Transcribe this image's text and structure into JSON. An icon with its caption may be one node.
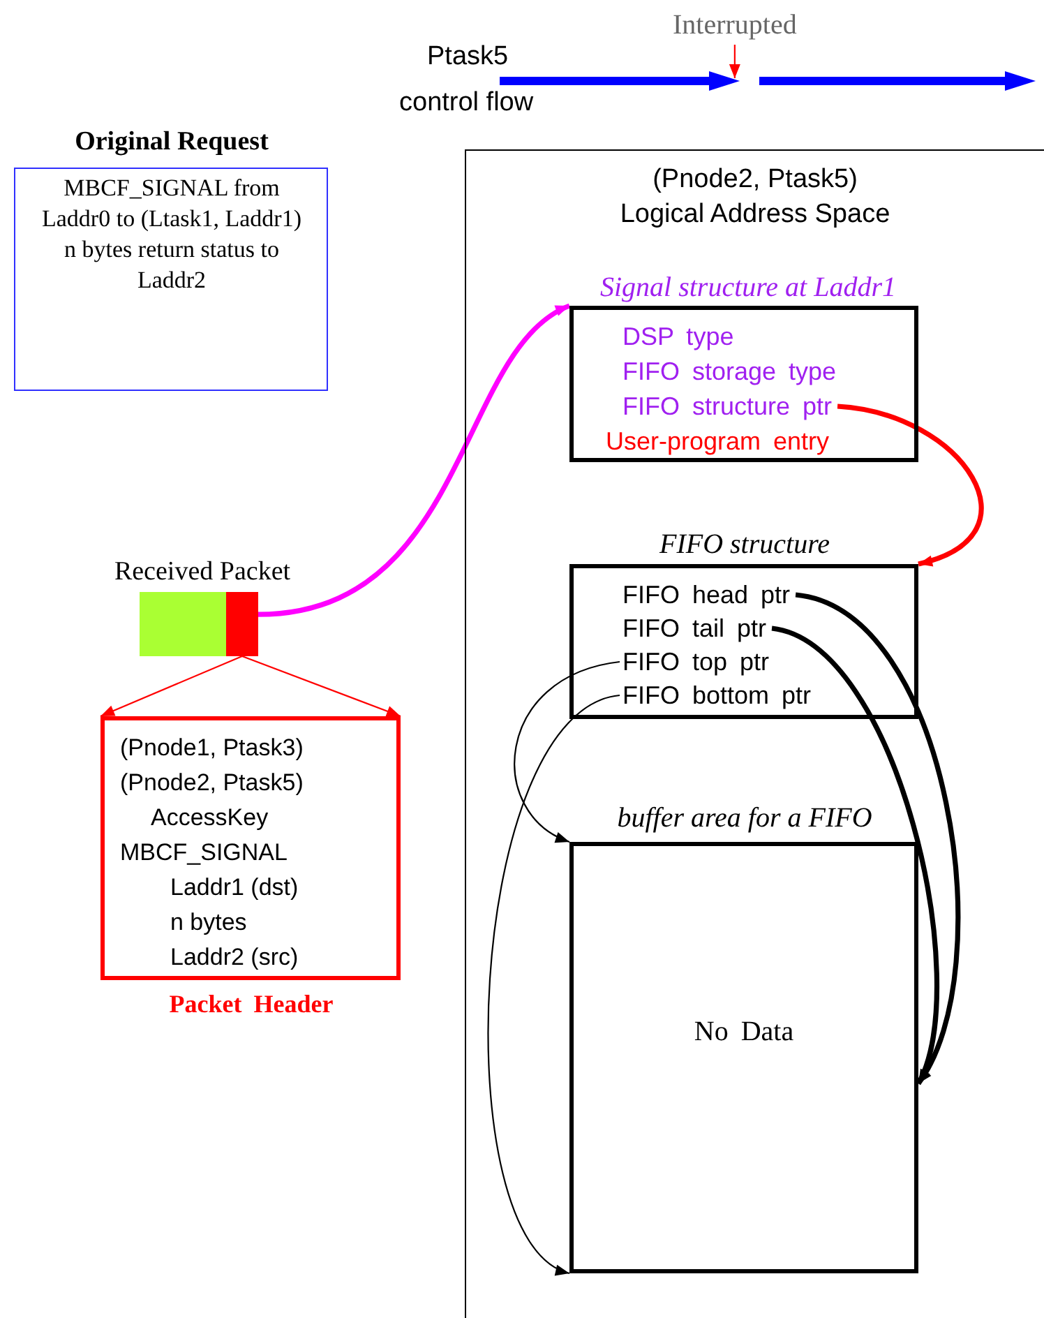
{
  "diagram": {
    "nodes": [
      {
        "text": [
          "Interrupted"
        ]
      },
      {
        "text": [
          "Original Request",
          "MBCF_SIGNAL from Laddr0 to (Ltask1, Laddr1) n bytes return status to Laddr2"
        ]
      },
      {
        "text": [
          "Received Packet"
        ]
      },
      {
        "text": [],
        "shape": "bar"
      },
      {
        "text": [
          "(Pnode1, Ptask3)",
          "(Pnode2, Ptask5)",
          "AccessKey",
          "MBCF_SIGNAL",
          "Laddr1 (dst)",
          "n bytes",
          "Laddr2 (src)",
          "Packet Header"
        ]
      },
      {
        "text": [
          "(Pnode2, Ptask5) Logical Address Space"
        ]
      },
      {
        "text": [
          "Signal structure at Laddr1"
        ],
        "in": 5
      },
      {
        "text": [
          "DSP type"
        ],
        "in": 6
      },
      {
        "text": [
          "FIFO storage type"
        ],
        "in": 6
      },
      {
        "text": [
          "FIFO structure ptr"
        ],
        "in": 6
      },
      {
        "text": [
          "User-program entry"
        ],
        "in": 6
      },
      {
        "text": [
          "FIFO structure"
        ],
        "in": 5
      },
      {
        "text": [
          "FIFO head ptr"
        ],
        "in": 11
      },
      {
        "text": [
          "FIFO tail ptr"
        ],
        "in": 11
      },
      {
        "text": [
          "FIFO top ptr"
        ],
        "in": 11
      },
      {
        "text": [
          "FIFO bottom ptr"
        ],
        "in": 11
      },
      {
        "text": [
          "buffer area for a FIFO",
          "No Data"
        ],
        "in": 5
      }
    ],
    "edges": [
      {
        "from": 0,
        "to": null,
        "arrow": "to",
        "color": "#ff0000"
      },
      {
        "from": 3,
        "to": 4,
        "arrow": "to",
        "color": "#ff0000"
      },
      {
        "from": 3,
        "to": 4,
        "arrow": "to",
        "color": "#ff0000"
      },
      {
        "from": 3,
        "to": 6,
        "arrow": "to",
        "style": "thick",
        "color": "#ff00ff"
      },
      {
        "from": 9,
        "to": 11,
        "arrow": "to",
        "style": "thick",
        "color": "#ff0000"
      },
      {
        "from": 12,
        "to": 16,
        "arrow": "to",
        "style": "thick",
        "color": "#000000"
      },
      {
        "from": 13,
        "to": 16,
        "arrow": "to",
        "style": "thick",
        "color": "#000000"
      },
      {
        "from": 14,
        "to": 16,
        "arrow": "to",
        "color": "#000000"
      },
      {
        "from": 15,
        "to": 16,
        "arrow": "to",
        "color": "#000000"
      }
    ],
    "labels": [
      "Ptask5",
      "control flow"
    ]
  }
}
